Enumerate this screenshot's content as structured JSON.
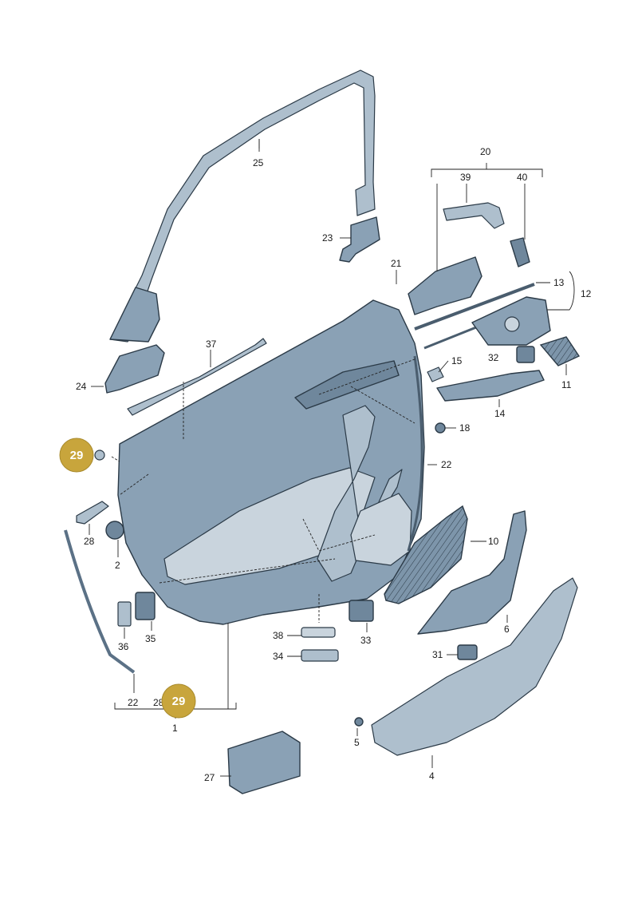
{
  "callouts": {
    "p1": "1",
    "p2": "2",
    "p4": "4",
    "p5": "5",
    "p6": "6",
    "p10": "10",
    "p11": "11",
    "p12": "12",
    "p13": "13",
    "p14": "14",
    "p15": "15",
    "p18": "18",
    "p20": "20",
    "p21": "21",
    "p22a": "22",
    "p22b": "22",
    "p23": "23",
    "p24": "24",
    "p25": "25",
    "p27": "27",
    "p28a": "28",
    "p28b": "28",
    "p31": "31",
    "p32": "32",
    "p33": "33",
    "p34": "34",
    "p35": "35",
    "p36": "36",
    "p37": "37",
    "p38": "38",
    "p39": "39",
    "p40": "40"
  },
  "highlights": {
    "h1": "29",
    "h2": "29"
  },
  "colors": {
    "part_fill": "#8aa1b5",
    "outline": "#2b3a47",
    "highlight": "#c8a53c"
  }
}
